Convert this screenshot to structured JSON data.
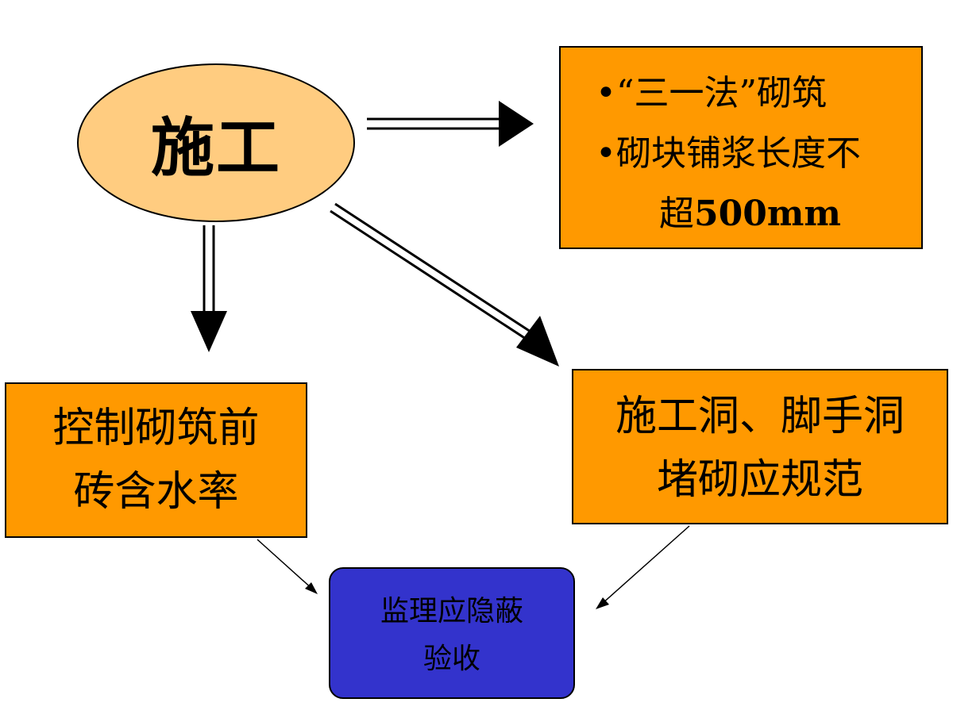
{
  "colors": {
    "ellipse_fill": "#ffcc80",
    "box_fill": "#ff9900",
    "bottom_box_fill": "#3333cc",
    "stroke": "#000000"
  },
  "center": {
    "label": "施工"
  },
  "top_right": {
    "line1": "•“三一法”砌筑",
    "line2": "•砌块铺浆长度不",
    "line3_prefix": "超",
    "line3_bold": "500mm"
  },
  "left_box": {
    "line1": "控制砌筑前",
    "line2": "砖含水率"
  },
  "right_box": {
    "line1": "施工洞、脚手洞",
    "line2": "堵砌应规范"
  },
  "bottom_box": {
    "line1": "监理应隐蔽",
    "line2": "验收"
  }
}
